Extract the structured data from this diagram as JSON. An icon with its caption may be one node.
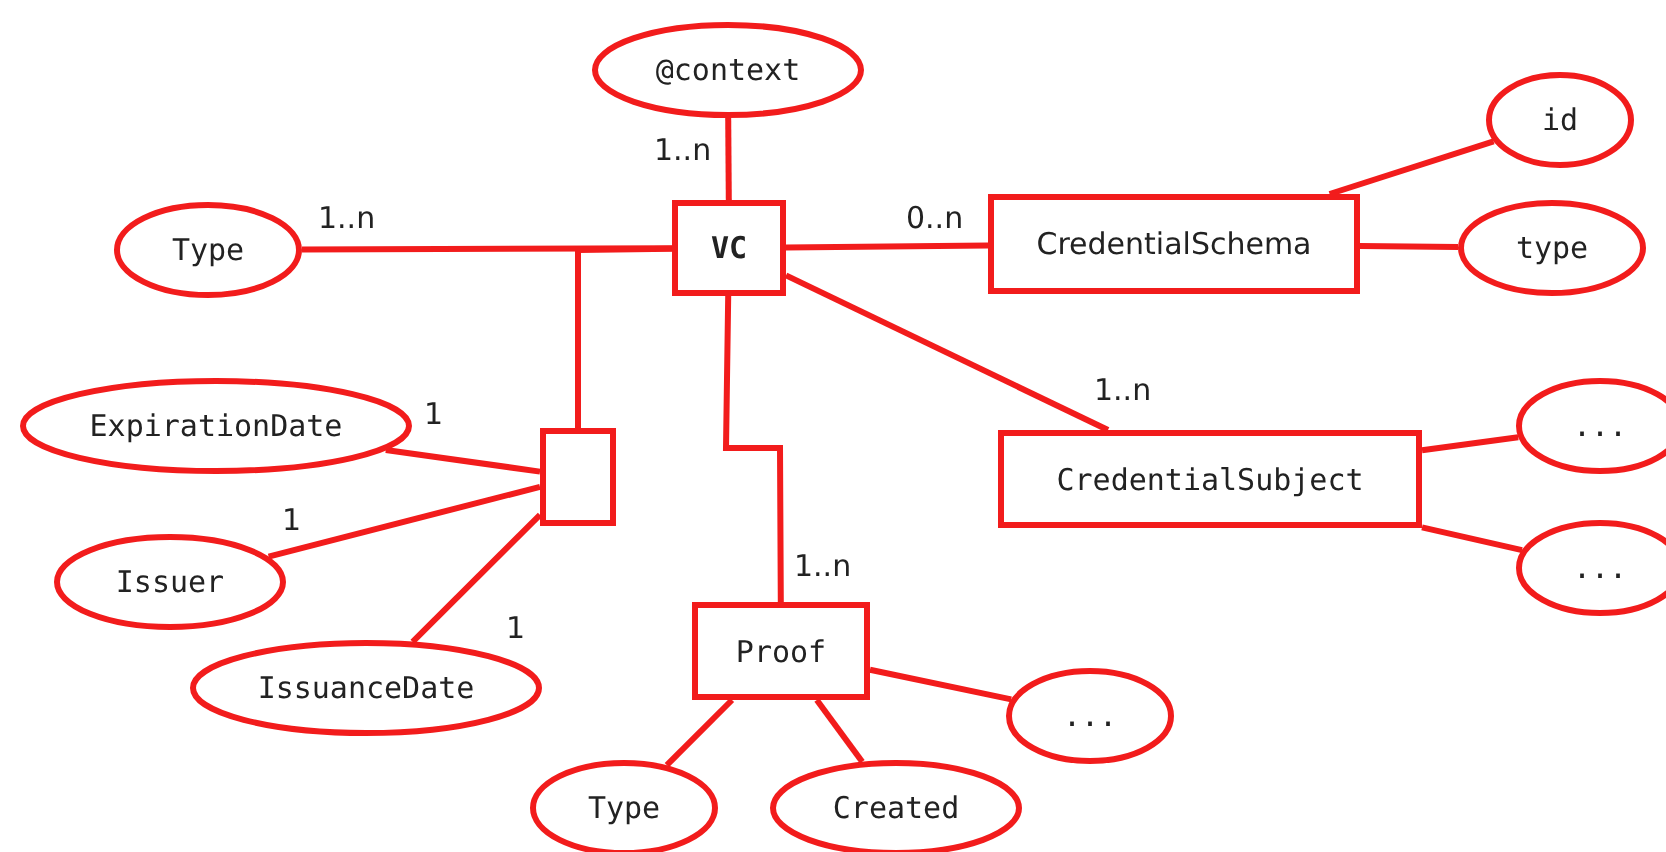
{
  "diagram": {
    "nodes": [
      {
        "text": [
          "@context"
        ]
      },
      {
        "text": [
          "Type"
        ]
      },
      {
        "text": [
          "VC"
        ]
      },
      {
        "text": [
          "CredentialSchema"
        ]
      },
      {
        "text": [
          "id"
        ]
      },
      {
        "text": [
          "type"
        ]
      },
      {
        "text": [
          "ExpirationDate"
        ]
      },
      {
        "text": [],
        "shape": "box"
      },
      {
        "text": [
          "CredentialSubject"
        ]
      },
      {
        "text": [
          "..."
        ]
      },
      {
        "text": [
          "Issuer"
        ]
      },
      {
        "text": [
          "..."
        ]
      },
      {
        "text": [
          "Proof"
        ]
      },
      {
        "text": [
          "IssuanceDate"
        ]
      },
      {
        "text": [
          "..."
        ]
      },
      {
        "text": [
          "Type"
        ]
      },
      {
        "text": [
          "Created"
        ]
      }
    ],
    "edges": [
      {
        "from": 0,
        "to": 2,
        "arrow": "none",
        "label": "1..n"
      },
      {
        "from": 1,
        "to": 2,
        "arrow": "none",
        "label": "1..n"
      },
      {
        "from": 7,
        "to": 2,
        "arrow": "none"
      },
      {
        "from": 2,
        "to": 3,
        "arrow": "none",
        "label": "0..n"
      },
      {
        "from": 3,
        "to": 4,
        "arrow": "none"
      },
      {
        "from": 3,
        "to": 5,
        "arrow": "none"
      },
      {
        "from": 2,
        "to": 8,
        "arrow": "none",
        "label": "1..n"
      },
      {
        "from": 2,
        "to": 12,
        "arrow": "none",
        "label": "1..n"
      },
      {
        "from": 6,
        "to": 7,
        "arrow": "none",
        "label": "1"
      },
      {
        "from": 10,
        "to": 7,
        "arrow": "none",
        "label": "1"
      },
      {
        "from": 13,
        "to": 7,
        "arrow": "none",
        "label": "1"
      },
      {
        "from": 8,
        "to": 9,
        "arrow": "none"
      },
      {
        "from": 8,
        "to": 11,
        "arrow": "none"
      },
      {
        "from": 12,
        "to": 14,
        "arrow": "none"
      },
      {
        "from": 12,
        "to": 15,
        "arrow": "none"
      },
      {
        "from": 12,
        "to": 16,
        "arrow": "none"
      }
    ]
  }
}
